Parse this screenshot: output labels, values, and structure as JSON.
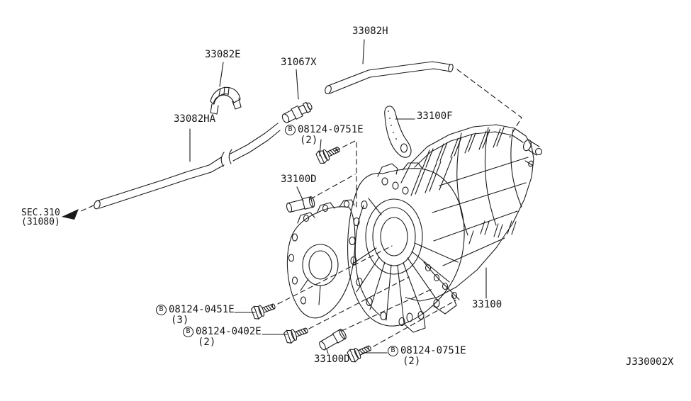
{
  "diagram": {
    "title_code": "J330002X",
    "section_ref": {
      "line1": "SEC.310",
      "line2": "(31080)"
    },
    "parts": {
      "clamp": "33082E",
      "connector": "31067X",
      "tube_upper": "33082H",
      "tube_long": "33082HA",
      "bracket": "33100F",
      "dowel_top": "33100D",
      "dowel_bottom": "33100D",
      "transfer_assembly": "33100"
    },
    "bolts": {
      "b0751_top": {
        "prefix": "B",
        "number": "08124-0751E",
        "qty": "(2)"
      },
      "b0451": {
        "prefix": "B",
        "number": "08124-0451E",
        "qty": "(3)"
      },
      "b0402": {
        "prefix": "B",
        "number": "08124-0402E",
        "qty": "(2)"
      },
      "b0751_bottom": {
        "prefix": "B",
        "number": "08124-0751E",
        "qty": "(2)"
      }
    },
    "icons": {
      "sec_arrow": "arrow-pointing-to-section-310"
    }
  }
}
